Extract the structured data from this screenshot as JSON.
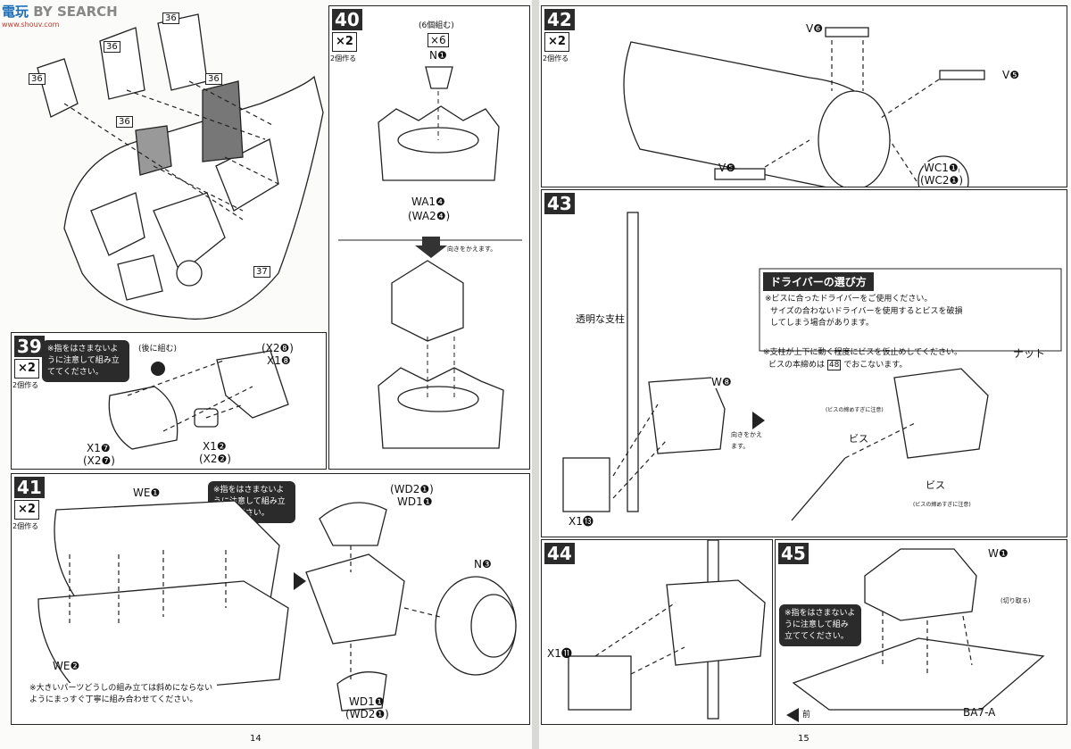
{
  "watermark": {
    "logo": "電玩",
    "search": "BY SEARCH",
    "site": "www.shouv.com"
  },
  "pages": {
    "left_number": "14",
    "right_number": "15"
  },
  "steps": {
    "s38": {
      "labels": [
        "36",
        "36",
        "36",
        "36",
        "36",
        "37"
      ]
    },
    "s39": {
      "number": "39",
      "mult": "×2",
      "sub": "2個作る",
      "warning": "※指をはさまないように注意して組み立ててください。",
      "tip": "(後に組む)",
      "p1": "X1❼",
      "p1b": "(X2❼)",
      "p2": "X1❷",
      "p2b": "(X2❷)",
      "p3": "(X2❽)",
      "p3b": "X1❽"
    },
    "s40": {
      "number": "40",
      "mult": "×2",
      "sub": "2個作る",
      "qty": "×6",
      "qty_note": "(6個組む)",
      "n1": "N❶",
      "wa": "WA1❹",
      "wa2": "(WA2❹)",
      "turn": "向きをかえます。"
    },
    "s41": {
      "number": "41",
      "mult": "×2",
      "sub": "2個作る",
      "we1": "WE❶",
      "we2": "WE❷",
      "warning": "※指をはさまないように注意して組み立ててください。",
      "caution": "※大きいパーツどうしの組み立ては斜めにならないようにまっすぐ丁寧に組み合わせてください。",
      "wd_top": "(WD2❶)",
      "wd_top2": "WD1❶",
      "n3": "N❸",
      "wd_bot": "WD1❶",
      "wd_bot2": "(WD2❶)"
    },
    "s42": {
      "number": "42",
      "mult": "×2",
      "sub": "2個作る",
      "v6a": "V❻",
      "v5a": "V❺",
      "v5b": "V❺",
      "v6b": "V❻",
      "wc1": "WC1❶",
      "wc2": "(WC2❶)"
    },
    "s43": {
      "number": "43",
      "pillar": "透明な支柱",
      "w8": "W❽",
      "x13": "X1⓭",
      "turn": "向きをかえます。",
      "driver_title": "ドライバーの選び方",
      "driver_1": "※ビスに合ったドライバーをご使用ください。",
      "driver_2": "サイズの合わないドライバーを使用するとビスを破損してしまう場合があります。",
      "tighten_1": "※支柱が上下に動く程度にビスを仮止めしてください。",
      "tighten_2": "ビスの本締めは",
      "tighten_ref": "48",
      "tighten_3": "でおこないます。",
      "nut": "ナット",
      "screw": "ビス",
      "screw2": "ビス",
      "screw_note": "(ビスの締めすぎに注意)",
      "screw_note2": "(ビスの締めすぎに注意)"
    },
    "s44": {
      "number": "44",
      "x11": "X1⓫"
    },
    "s45": {
      "number": "45",
      "w1": "W❶",
      "cut": "(切り取る)",
      "warning": "※指をはさまないように注意して組み立ててください。",
      "base": "BA7-A",
      "front": "前"
    }
  }
}
